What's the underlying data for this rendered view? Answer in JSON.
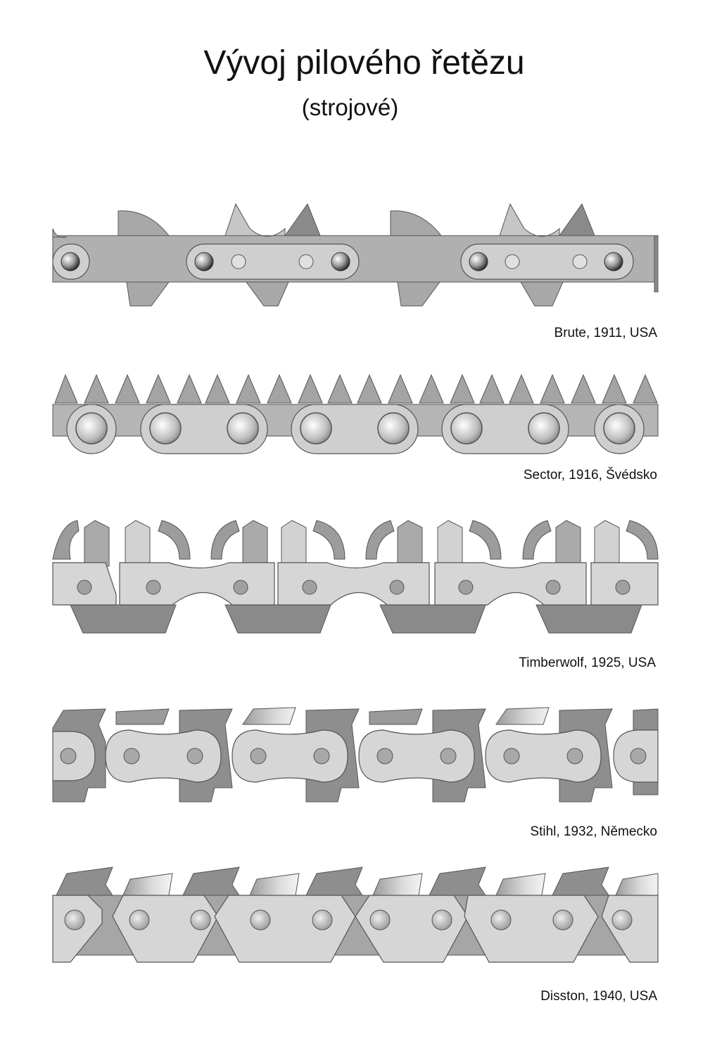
{
  "title": "Vývoj pilového řetězu",
  "subtitle": "(strojové)",
  "chains": [
    {
      "label": "Brute, 1911, USA"
    },
    {
      "label": "Sector, 1916, Švédsko"
    },
    {
      "label": "Timberwolf, 1925, USA"
    },
    {
      "label": "Stihl, 1932, Německo"
    },
    {
      "label": "Disston, 1940, USA"
    }
  ],
  "colors": {
    "light": "#d6d6d6",
    "mid": "#b0b0b0",
    "dark": "#8a8a8a",
    "outline": "#555555"
  }
}
